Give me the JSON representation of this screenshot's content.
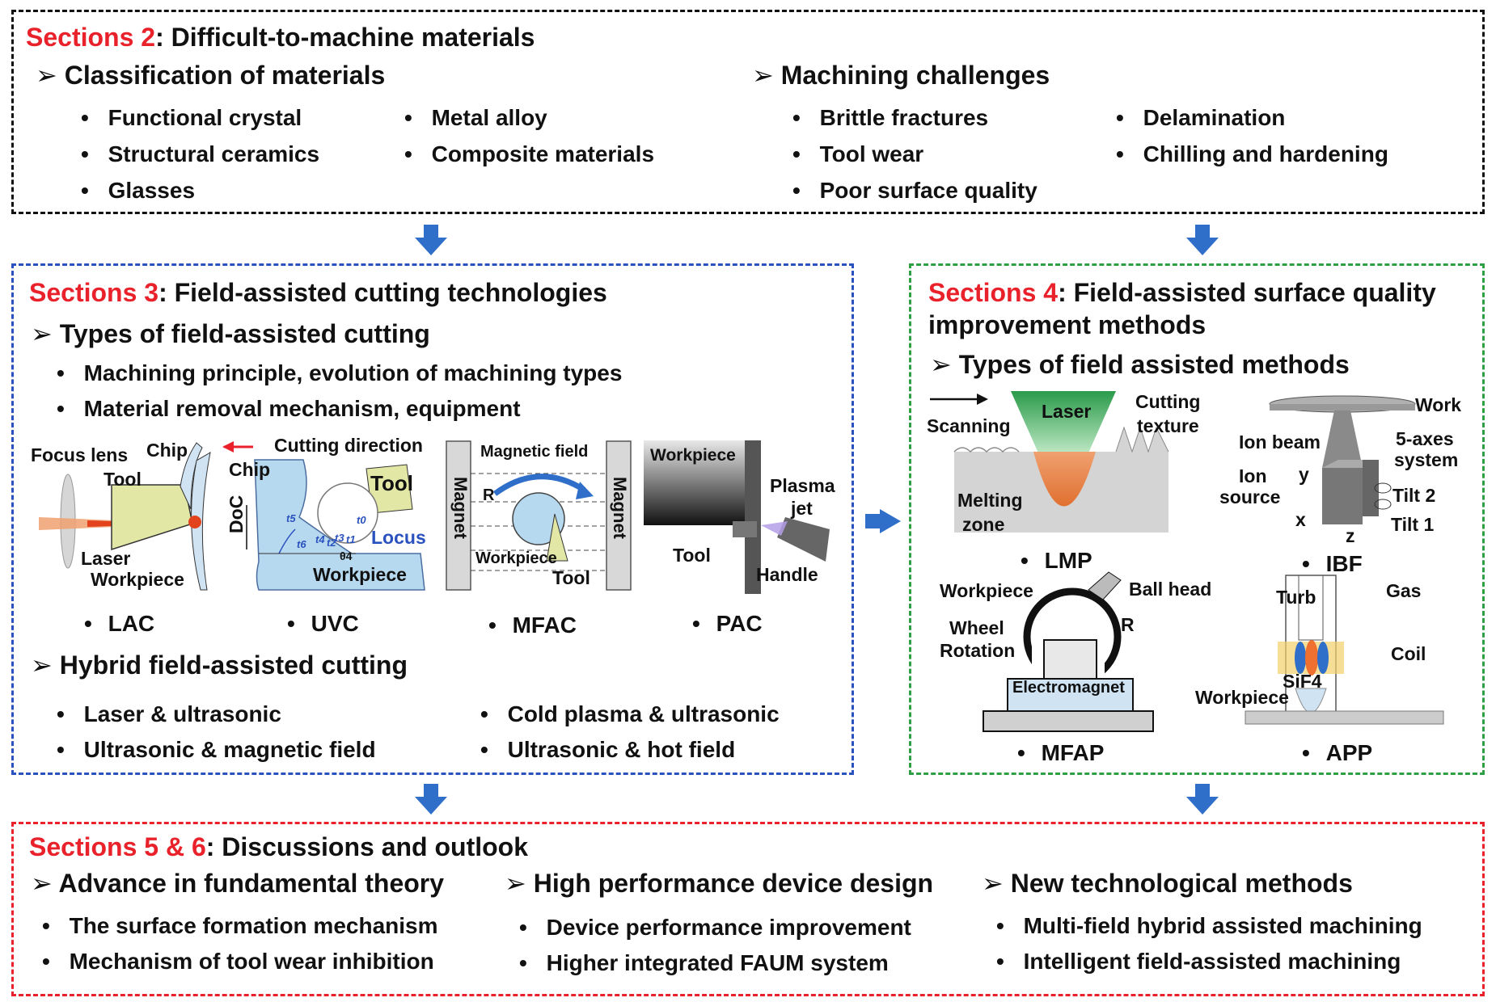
{
  "s2": {
    "num": "Sections 2",
    "title": ": Difficult-to-machine materials",
    "left_heading": "Classification of materials",
    "left_col1": [
      "Functional crystal",
      "Structural ceramics",
      "Glasses"
    ],
    "left_col2": [
      "Metal alloy",
      "Composite materials"
    ],
    "right_heading": "Machining challenges",
    "right_col1": [
      "Brittle fractures",
      "Tool wear",
      "Poor surface quality"
    ],
    "right_col2": [
      "Delamination",
      "Chilling and hardening"
    ]
  },
  "s3": {
    "num": "Sections 3",
    "title": ": Field-assisted cutting technologies",
    "types_heading": "Types of field-assisted cutting",
    "types_items": [
      "Machining principle, evolution of machining types",
      "Material removal mechanism, equipment"
    ],
    "lac": {
      "name": "LAC",
      "focus_lens": "Focus lens",
      "chip": "Chip",
      "tool": "Tool",
      "laser": "Laser",
      "workpiece": "Workpiece"
    },
    "uvc": {
      "name": "UVC",
      "cutting_direction": "Cutting direction",
      "chip": "Chip",
      "tool": "Tool",
      "doc": "DoC",
      "locus": "Locus",
      "workpiece": "Workpiece",
      "t0": "t0",
      "t1": "t1",
      "t2": "t2",
      "t3": "t3",
      "t4": "t4",
      "t5": "t5",
      "t6": "t6",
      "theta": "θ4"
    },
    "mfac": {
      "name": "MFAC",
      "magnetic_field": "Magnetic field",
      "magnet": "Magnet",
      "r": "R",
      "workpiece": "Workpiece",
      "tool": "Tool"
    },
    "pac": {
      "name": "PAC",
      "workpiece": "Workpiece",
      "plasma": "Plasma",
      "jet": "jet",
      "tool": "Tool",
      "handle": "Handle"
    },
    "hybrid_heading": "Hybrid field-assisted cutting",
    "hybrid_col1": [
      "Laser & ultrasonic",
      "Ultrasonic & magnetic field"
    ],
    "hybrid_col2": [
      "Cold plasma & ultrasonic",
      "Ultrasonic & hot field"
    ]
  },
  "s4": {
    "num": "Sections 4",
    "title_line1": ": Field-assisted surface quality",
    "title_line2": "improvement methods",
    "types_heading": "Types of field assisted methods",
    "lmp": {
      "name": "LMP",
      "scanning": "Scanning",
      "laser": "Laser",
      "cutting": "Cutting",
      "texture": "texture",
      "melting": "Melting",
      "zone": "zone"
    },
    "ibf": {
      "name": "IBF",
      "work": "Work",
      "ion_beam": "Ion beam",
      "axes1": "5-axes",
      "axes2": "system",
      "ion": "Ion",
      "source": "source",
      "y": "y",
      "x": "x",
      "z": "z",
      "tilt2": "Tilt 2",
      "tilt1": "Tilt 1"
    },
    "mfap": {
      "name": "MFAP",
      "workpiece": "Workpiece",
      "ball_head": "Ball head",
      "wheel": "Wheel",
      "rotation": "Rotation",
      "r": "R",
      "electromagnet": "Electromagnet"
    },
    "app": {
      "name": "APP",
      "turb": "Turb",
      "gas": "Gas",
      "coil": "Coil",
      "sif4": "SiF4",
      "workpiece": "Workpiece"
    }
  },
  "s5": {
    "num": "Sections 5 & 6",
    "title": ": Discussions and outlook",
    "col1_heading": "Advance in fundamental theory",
    "col1_items": [
      "The surface formation mechanism",
      "Mechanism of tool wear inhibition"
    ],
    "col2_heading": "High performance device design",
    "col2_items": [
      "Device performance improvement",
      "Higher integrated FAUM system"
    ],
    "col3_heading": "New technological methods",
    "col3_items": [
      "Multi-field hybrid assisted machining",
      "Intelligent field-assisted machining"
    ]
  },
  "colors": {
    "section_red": "#e8212a",
    "arrow_blue": "#2f6fc9",
    "s3_border": "#2a52be",
    "s4_border": "#2ea043",
    "s5_border": "#e8212a"
  }
}
